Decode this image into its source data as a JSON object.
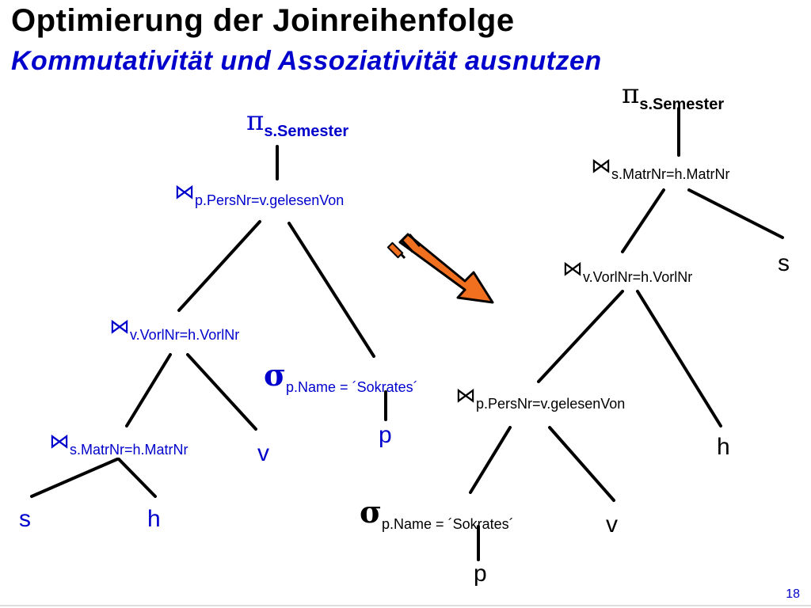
{
  "slide": {
    "title": "Optimierung der Joinreihenfolge",
    "subtitle": "Kommutativität und Assoziativität ausnutzen",
    "page_number": "18"
  },
  "symbols": {
    "pi": "π",
    "join": "⋈",
    "sigma": "σ"
  },
  "left_tree": {
    "projection": "s.Semester",
    "join_top": "p.PersNr=v.gelesenVon",
    "join_mid": "v.VorlNr=h.VorlNr",
    "join_bottom": "s.MatrNr=h.MatrNr",
    "selection": "p.Name = ´Sokrates´",
    "leaf_p": "p",
    "leaf_v": "v",
    "leaf_s": "s",
    "leaf_h": "h"
  },
  "right_tree": {
    "projection": "s.Semester",
    "join_top": "s.MatrNr=h.MatrNr",
    "join_mid": "v.VorlNr=h.VorlNr",
    "join_bottom": "p.PersNr=v.gelesenVon",
    "selection": "p.Name = ´Sokrates´",
    "leaf_s": "s",
    "leaf_h": "h",
    "leaf_v": "v",
    "leaf_p": "p"
  },
  "colors": {
    "title": "#000000",
    "subtitle": "#0000cc",
    "left_tree_text": "#0000cc",
    "right_tree_text": "#000000",
    "arrow_fill": "#f07020",
    "arrow_stroke": "#000000"
  },
  "icons": {
    "transform_arrow": "arrow-right-down-icon"
  }
}
